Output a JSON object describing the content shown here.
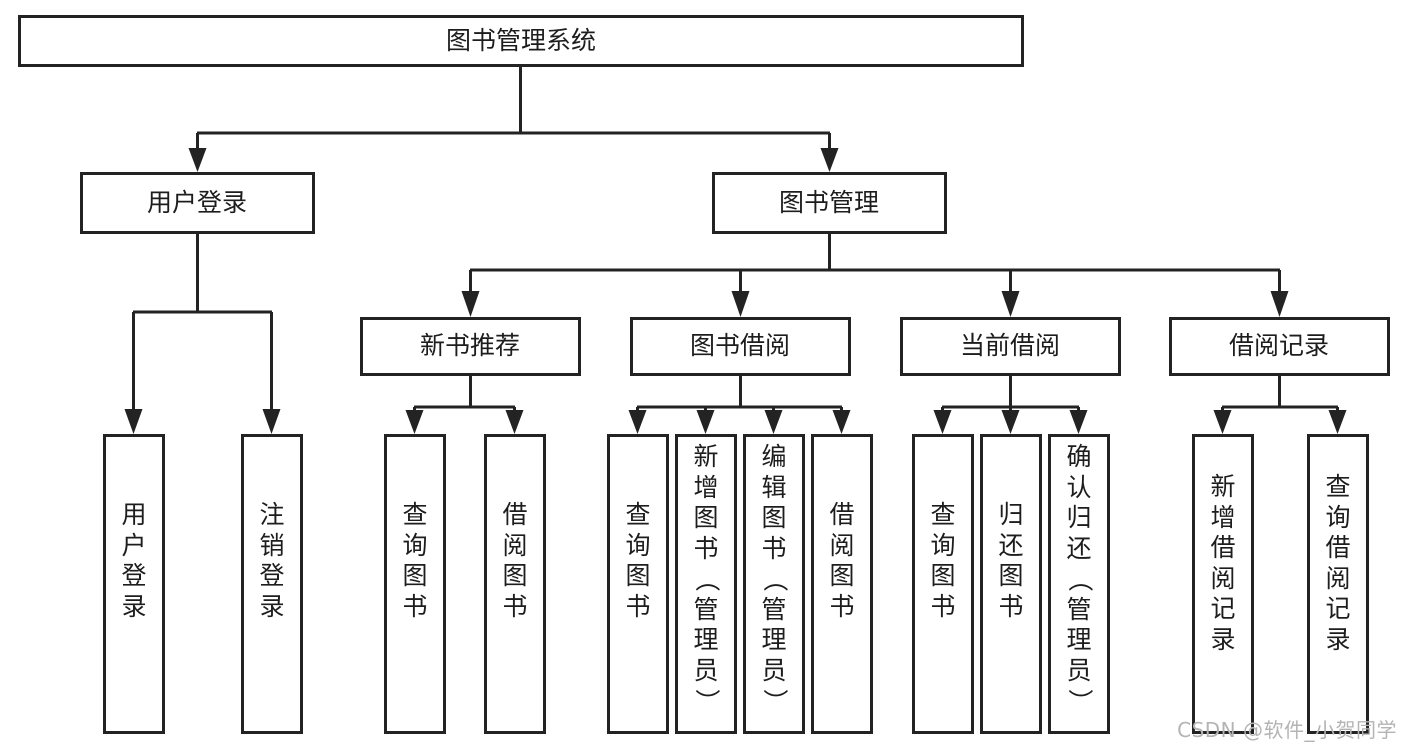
{
  "diagram": {
    "title": "图书管理系统",
    "type": "tree",
    "levels": 4,
    "root": {
      "label": "图书管理系统"
    },
    "level2": [
      {
        "label": "用户登录"
      },
      {
        "label": "图书管理"
      }
    ],
    "level3": [
      {
        "label": "新书推荐"
      },
      {
        "label": "图书借阅"
      },
      {
        "label": "当前借阅"
      },
      {
        "label": "借阅记录"
      }
    ],
    "leaves": [
      {
        "label": "用户登录",
        "parent": "用户登录"
      },
      {
        "label": "注销登录",
        "parent": "用户登录"
      },
      {
        "label": "查询图书",
        "parent": "新书推荐"
      },
      {
        "label": "借阅图书",
        "parent": "新书推荐"
      },
      {
        "label": "查询图书",
        "parent": "图书借阅"
      },
      {
        "label": "新增图书（管理员）",
        "parent": "图书借阅"
      },
      {
        "label": "编辑图书（管理员）",
        "parent": "图书借阅"
      },
      {
        "label": "借阅图书",
        "parent": "图书借阅"
      },
      {
        "label": "查询图书",
        "parent": "当前借阅"
      },
      {
        "label": "归还图书",
        "parent": "当前借阅"
      },
      {
        "label": "确认归还（管理员）",
        "parent": "当前借阅"
      },
      {
        "label": "新增借阅记录",
        "parent": "借阅记录"
      },
      {
        "label": "查询借阅记录",
        "parent": "借阅记录"
      }
    ]
  },
  "watermark": {
    "text": "CSDN @软件_小贺同学"
  },
  "colors": {
    "stroke": "#232323",
    "fill": "#ffffff",
    "text": "#1d1d1d",
    "watermark": "#b4b4b4",
    "background": "#ffffff"
  }
}
